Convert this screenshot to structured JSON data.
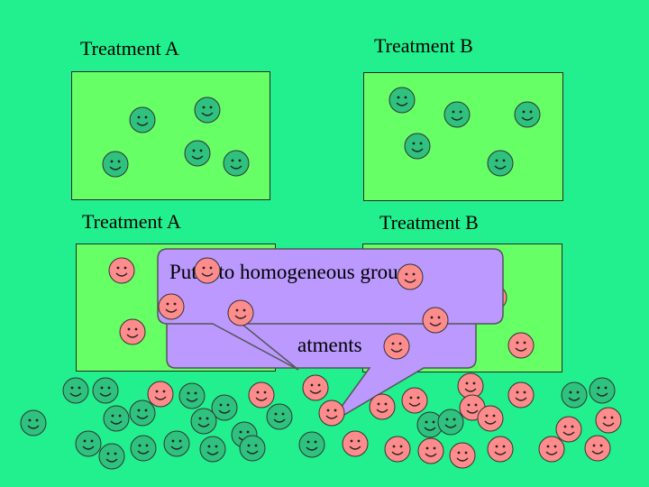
{
  "labels": {
    "top_left": "Treatment A",
    "top_right": "Treatment B",
    "mid_left": "Treatment A",
    "mid_right": "Treatment B"
  },
  "callouts": {
    "front": "Put into homogeneous groups",
    "back_visible_fragment": "atments"
  },
  "colors": {
    "background": "#22f08e",
    "box_fill": "#66ff66",
    "green_face": "#2ec27e",
    "pink_face": "#ff8c8c",
    "callout_fill": "#bb99ff"
  }
}
